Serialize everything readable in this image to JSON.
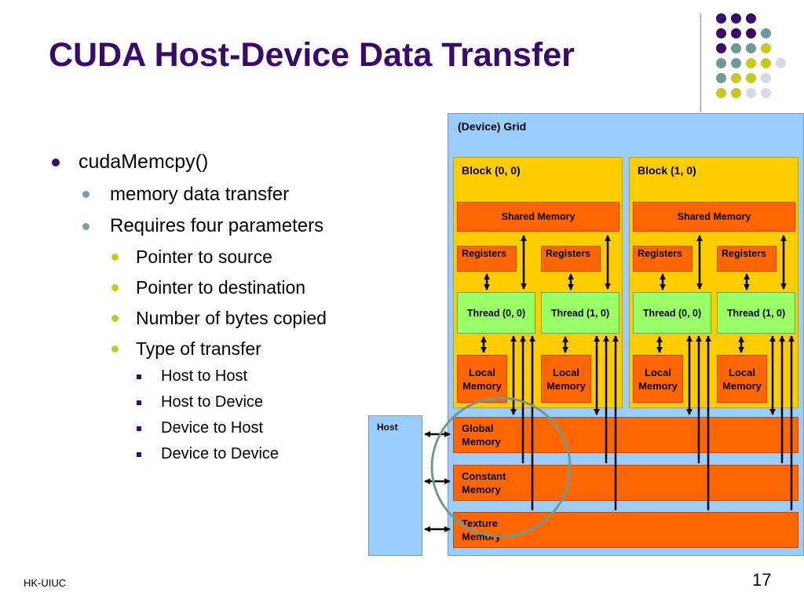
{
  "slide": {
    "title": "CUDA Host-Device Data Transfer",
    "footer": "HK-UIUC",
    "page_number": "17"
  },
  "bullets": {
    "b1": "cudaMemcpy()",
    "b1_1": "memory data transfer",
    "b1_2": "Requires four parameters",
    "b1_2_1": "Pointer to source",
    "b1_2_2": "Pointer to destination",
    "b1_2_3": "Number of bytes copied",
    "b1_2_4": "Type of transfer",
    "t1": "Host to Host",
    "t2": "Host to Device",
    "t3": "Device to Host",
    "t4": "Device to Device"
  },
  "diagram": {
    "grid_label": "(Device) Grid",
    "block0_label": "Block (0, 0)",
    "block1_label": "Block (1, 0)",
    "shared_memory": "Shared Memory",
    "registers": "Registers",
    "thread0": "Thread (0, 0)",
    "thread1": "Thread (1, 0)",
    "local_line1": "Local",
    "local_line2": "Memory",
    "host": "Host",
    "global_line1": "Global",
    "global_line2": "Memory",
    "constant_line1": "Constant",
    "constant_line2": "Memory",
    "texture_line1": "Texture",
    "texture_line2": "Memory"
  },
  "colors": {
    "title": "#3a0a6a",
    "grid": "#99ccff",
    "block": "#ffcc00",
    "memory": "#ff6600",
    "thread": "#99ff66",
    "highlight_circle": "#6f9a94",
    "dot_purple": "#3a0a6a",
    "dot_teal": "#6f9a94",
    "dot_yellow": "#c8c820",
    "dot_lavender": "#d8d8ec"
  }
}
